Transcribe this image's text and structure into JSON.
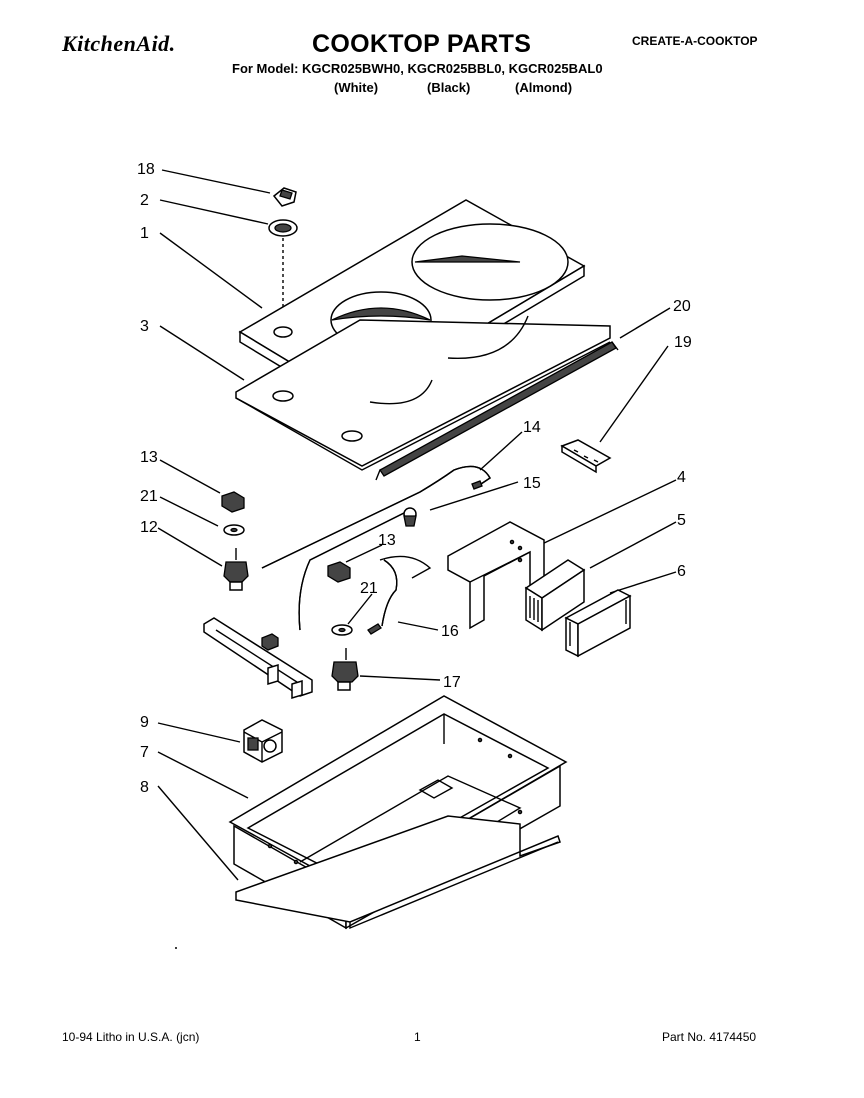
{
  "header": {
    "brand": "KitchenAid.",
    "title": "COOKTOP PARTS",
    "corner_label": "CREATE-A-COOKTOP",
    "model_line": "For Model: KGCR025BWH0, KGCR025BBL0, KGCR025BAL0",
    "variants": [
      "(White)",
      "(Black)",
      "(Almond)"
    ]
  },
  "callouts": [
    "18",
    "2",
    "1",
    "3",
    "20",
    "19",
    "14",
    "13",
    "15",
    "4",
    "21",
    "12",
    "5",
    "13",
    "6",
    "21",
    "16",
    "17",
    "9",
    "7",
    "8"
  ],
  "footer": {
    "left": "10-94 Litho in U.S.A. (jcn)",
    "center": "1",
    "right": "Part No. 4174450"
  }
}
